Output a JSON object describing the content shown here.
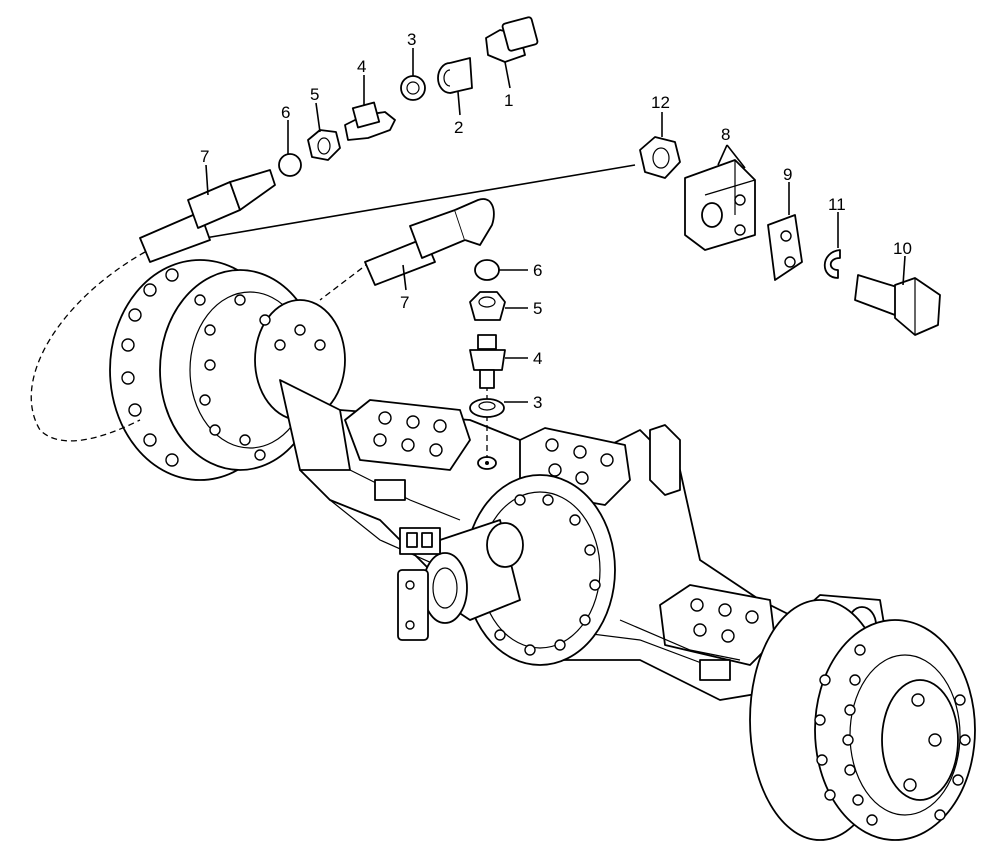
{
  "callouts": {
    "c1": "1",
    "c2": "2",
    "c3_top": "3",
    "c4_top": "4",
    "c5_top": "5",
    "c6_top": "6",
    "c7_top": "7",
    "c12": "12",
    "c8": "8",
    "c9": "9",
    "c11": "11",
    "c10": "10",
    "c6_mid": "6",
    "c7_mid": "7",
    "c5_mid": "5",
    "c4_mid": "4",
    "c3_mid": "3"
  }
}
